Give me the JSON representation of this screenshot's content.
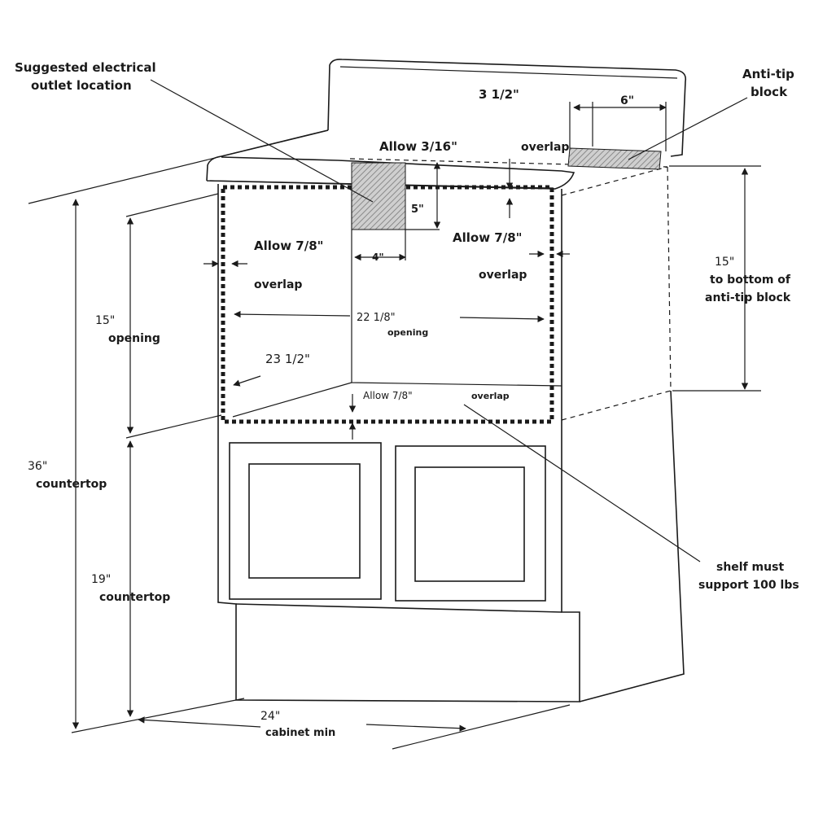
{
  "labels": {
    "outlet_line1": "Suggested electrical",
    "outlet_line2": "outlet location",
    "anti_tip_line1": "Anti-tip",
    "anti_tip_line2": "block",
    "dim_3_5": "3 1/2\"",
    "dim_6": "6\"",
    "allow_3_16": "Allow 3/16\"",
    "overlap_top": "overlap",
    "dim_5": "5\"",
    "allow_7_8_left": "Allow 7/8\"",
    "overlap_left": "overlap",
    "allow_7_8_right": "Allow 7/8\"",
    "overlap_right": "overlap",
    "dim_4": "4\"",
    "dim_15_right": "15\"",
    "to_bottom_line1": "to bottom of",
    "to_bottom_line2": "anti-tip block",
    "dim_15_left": "15\"",
    "opening_left": "opening",
    "dim_22_1_8": "22 1/8\"",
    "opening_center": "opening",
    "dim_23_1_2": "23 1/2\"",
    "allow_7_8_bottom": "Allow 7/8\"",
    "overlap_bottom": "overlap",
    "dim_36": "36\"",
    "countertop_36": "countertop",
    "dim_19": "19\"",
    "countertop_19": "countertop",
    "shelf_line1": "shelf must",
    "shelf_line2": "support 100 lbs",
    "dim_24": "24\"",
    "cabinet_min": "cabinet min"
  },
  "colors": {
    "ink": "#1a1a1a",
    "hatch_fill": "#c8c8c8"
  }
}
